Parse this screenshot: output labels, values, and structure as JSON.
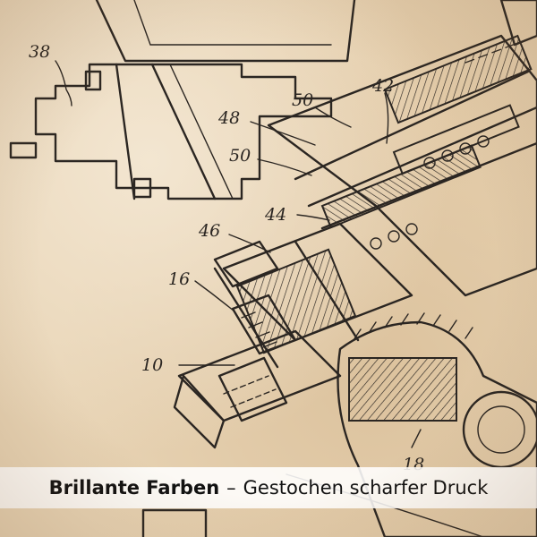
{
  "caption": {
    "bold_text": "Brillante Farben",
    "separator": "–",
    "rest_text": "Gestochen scharfer Druck"
  },
  "reference_numerals": [
    "38",
    "50",
    "42",
    "48",
    "50",
    "44",
    "46",
    "16",
    "10",
    "18"
  ]
}
